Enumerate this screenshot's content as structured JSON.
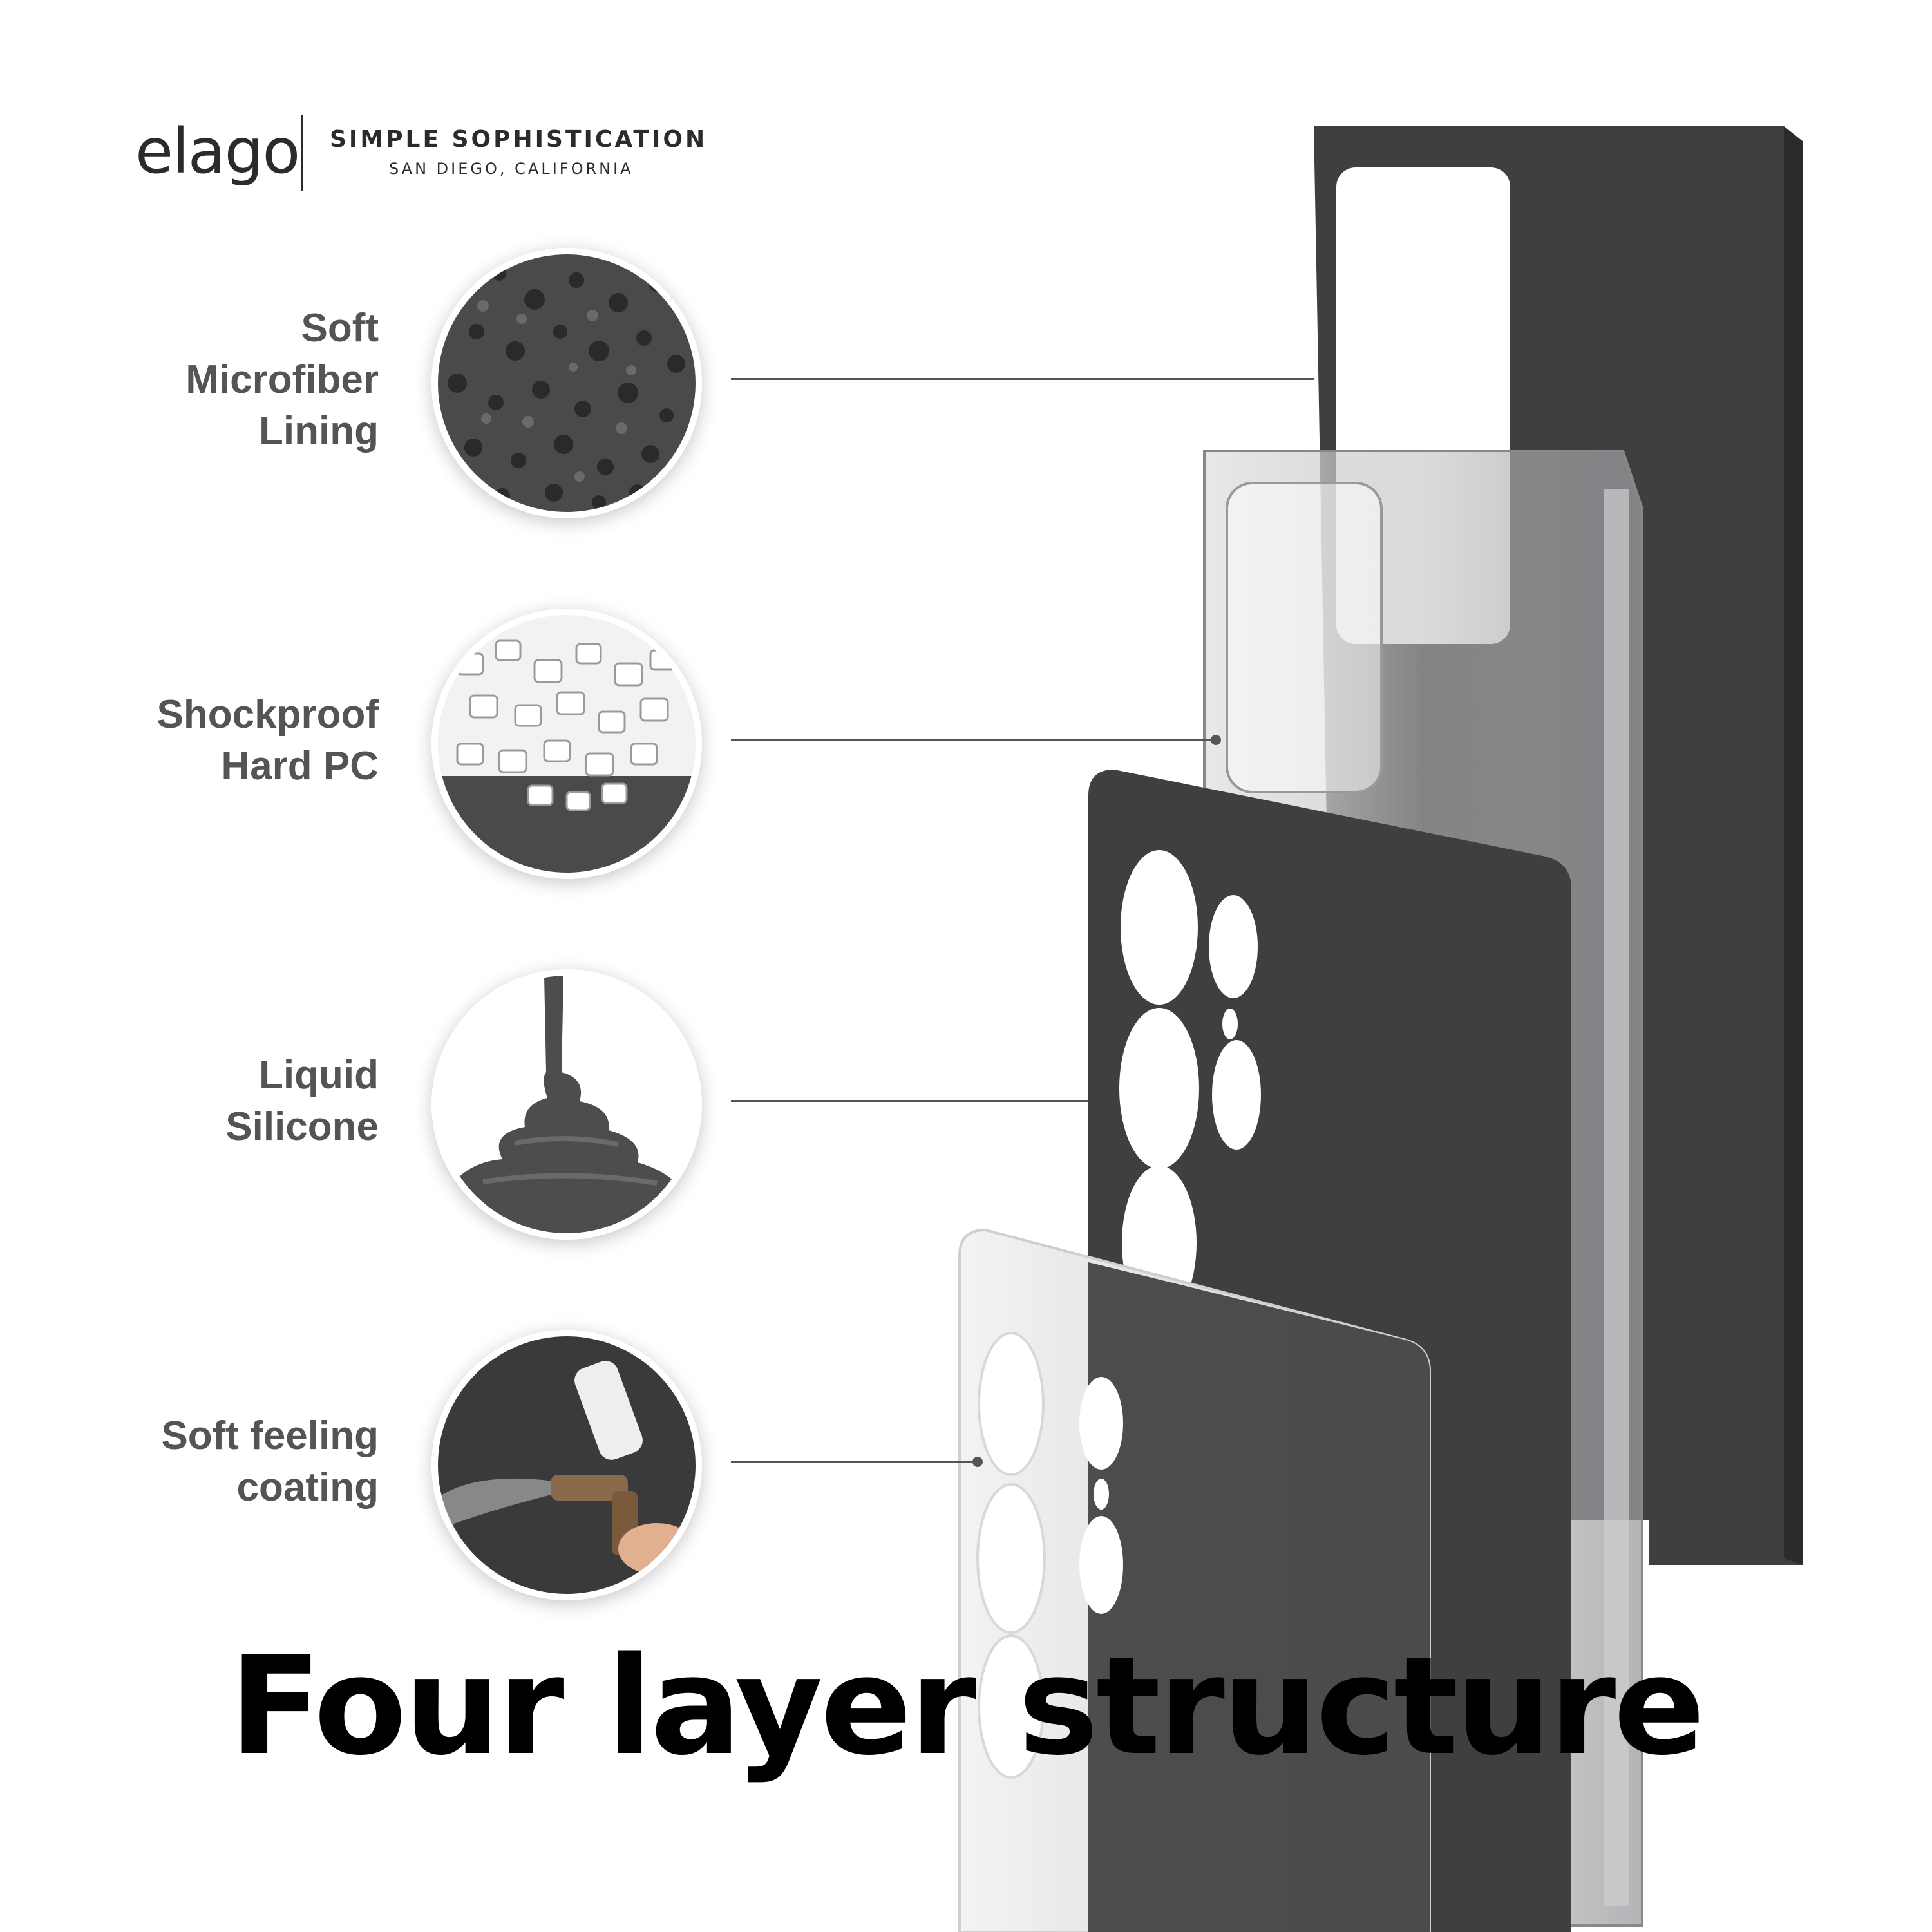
{
  "brand": {
    "logo_text": "elago",
    "tagline": "SIMPLE SOPHISTICATION",
    "location": "SAN DIEGO, CALIFORNIA"
  },
  "layers": [
    {
      "line1": "Soft",
      "line2": "Microfiber",
      "line3": "Lining",
      "icon": "microfiber-texture-icon"
    },
    {
      "line1": "Shockproof",
      "line2": "Hard PC",
      "line3": "",
      "icon": "pc-pellets-icon"
    },
    {
      "line1": "Liquid",
      "line2": "Silicone",
      "line3": "",
      "icon": "liquid-silicone-icon"
    },
    {
      "line1": "Soft feeling",
      "line2": "coating",
      "line3": "",
      "icon": "spray-gun-icon"
    }
  ],
  "headline": "Four layer structure",
  "colors": {
    "case_dark": "#3f3f41",
    "case_edge": "#2b2b2d",
    "label_gray": "#545454",
    "background": "#ffffff"
  }
}
